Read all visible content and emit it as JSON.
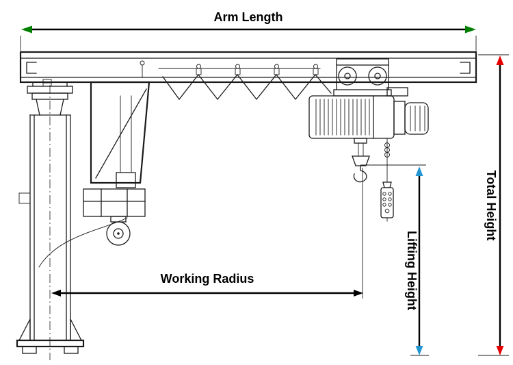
{
  "diagram": {
    "labels": {
      "arm_length": "Arm Length",
      "total_height": "Total Height",
      "lifting_height": "Lifting Height",
      "working_radius": "Working Radius"
    },
    "colors": {
      "arm_length_arrow": "#008000",
      "total_height_arrow": "#e60000",
      "lifting_height_arrow": "#2196d3",
      "working_radius_arrow": "#000000",
      "drawing_line": "#1a1a1a",
      "background": "#ffffff"
    }
  }
}
